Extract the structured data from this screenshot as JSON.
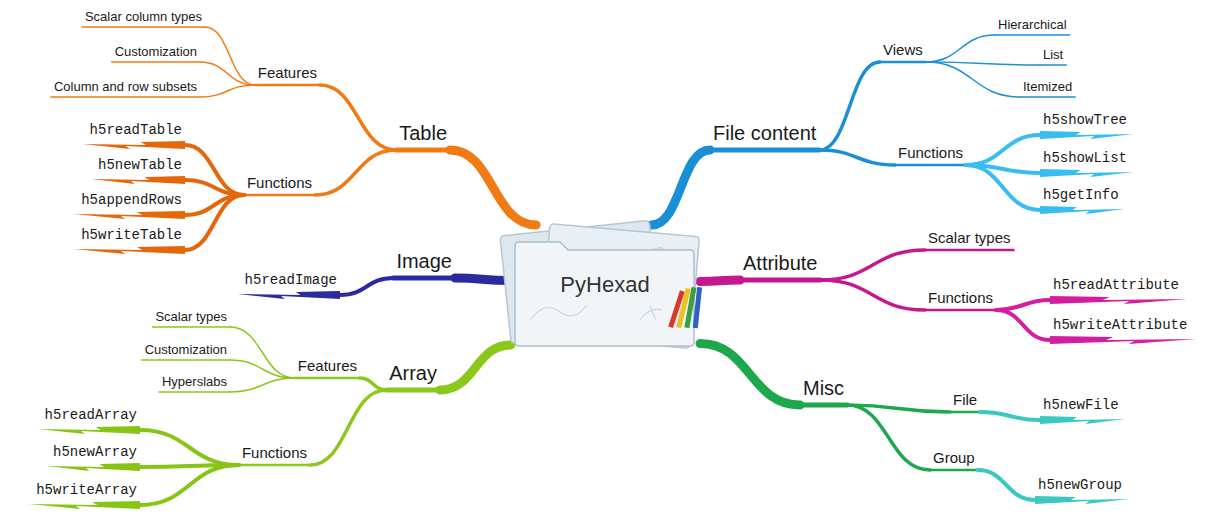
{
  "diagram": {
    "nodes": [
      {
        "text": [
          "PyHexad"
        ]
      },
      {
        "text": [
          "Table"
        ]
      },
      {
        "text": [
          "Features"
        ]
      },
      {
        "text": [
          "Scalar column types"
        ]
      },
      {
        "text": [
          "Customization"
        ]
      },
      {
        "text": [
          "Column and row subsets"
        ]
      },
      {
        "text": [
          "Functions"
        ]
      },
      {
        "text": [
          "h5readTable"
        ]
      },
      {
        "text": [
          "h5newTable"
        ]
      },
      {
        "text": [
          "h5appendRows"
        ]
      },
      {
        "text": [
          "h5writeTable"
        ]
      },
      {
        "text": [
          "Image"
        ]
      },
      {
        "text": [
          "h5readImage"
        ]
      },
      {
        "text": [
          "Array"
        ]
      },
      {
        "text": [
          "Features"
        ]
      },
      {
        "text": [
          "Scalar types"
        ]
      },
      {
        "text": [
          "Customization"
        ]
      },
      {
        "text": [
          "Hyperslabs"
        ]
      },
      {
        "text": [
          "Functions"
        ]
      },
      {
        "text": [
          "h5readArray"
        ]
      },
      {
        "text": [
          "h5newArray"
        ]
      },
      {
        "text": [
          "h5writeArray"
        ]
      },
      {
        "text": [
          "File content"
        ]
      },
      {
        "text": [
          "Views"
        ]
      },
      {
        "text": [
          "Hierarchical"
        ]
      },
      {
        "text": [
          "List"
        ]
      },
      {
        "text": [
          "Itemized"
        ]
      },
      {
        "text": [
          "Functions"
        ]
      },
      {
        "text": [
          "h5showTree"
        ]
      },
      {
        "text": [
          "h5showList"
        ]
      },
      {
        "text": [
          "h5getInfo"
        ]
      },
      {
        "text": [
          "Attribute"
        ]
      },
      {
        "text": [
          "Scalar types"
        ]
      },
      {
        "text": [
          "Functions"
        ]
      },
      {
        "text": [
          "h5readAttribute"
        ]
      },
      {
        "text": [
          "h5writeAttribute"
        ]
      },
      {
        "text": [
          "Misc"
        ]
      },
      {
        "text": [
          "File"
        ]
      },
      {
        "text": [
          "h5newFile"
        ]
      },
      {
        "text": [
          "Group"
        ]
      },
      {
        "text": [
          "h5newGroup"
        ]
      }
    ],
    "edges": [
      {
        "from": 0,
        "to": 1,
        "arrow": "none"
      },
      {
        "from": 1,
        "to": 2,
        "arrow": "none"
      },
      {
        "from": 2,
        "to": 3,
        "arrow": "none"
      },
      {
        "from": 2,
        "to": 4,
        "arrow": "none"
      },
      {
        "from": 2,
        "to": 5,
        "arrow": "none"
      },
      {
        "from": 1,
        "to": 6,
        "arrow": "none"
      },
      {
        "from": 6,
        "to": 7,
        "arrow": "none"
      },
      {
        "from": 6,
        "to": 8,
        "arrow": "none"
      },
      {
        "from": 6,
        "to": 9,
        "arrow": "none"
      },
      {
        "from": 6,
        "to": 10,
        "arrow": "none"
      },
      {
        "from": 0,
        "to": 11,
        "arrow": "none"
      },
      {
        "from": 11,
        "to": 12,
        "arrow": "none"
      },
      {
        "from": 0,
        "to": 13,
        "arrow": "none"
      },
      {
        "from": 13,
        "to": 14,
        "arrow": "none"
      },
      {
        "from": 14,
        "to": 15,
        "arrow": "none"
      },
      {
        "from": 14,
        "to": 16,
        "arrow": "none"
      },
      {
        "from": 14,
        "to": 17,
        "arrow": "none"
      },
      {
        "from": 13,
        "to": 18,
        "arrow": "none"
      },
      {
        "from": 18,
        "to": 19,
        "arrow": "none"
      },
      {
        "from": 18,
        "to": 20,
        "arrow": "none"
      },
      {
        "from": 18,
        "to": 21,
        "arrow": "none"
      },
      {
        "from": 0,
        "to": 22,
        "arrow": "none"
      },
      {
        "from": 22,
        "to": 23,
        "arrow": "none"
      },
      {
        "from": 23,
        "to": 24,
        "arrow": "none"
      },
      {
        "from": 23,
        "to": 25,
        "arrow": "none"
      },
      {
        "from": 23,
        "to": 26,
        "arrow": "none"
      },
      {
        "from": 22,
        "to": 27,
        "arrow": "none"
      },
      {
        "from": 27,
        "to": 28,
        "arrow": "none"
      },
      {
        "from": 27,
        "to": 29,
        "arrow": "none"
      },
      {
        "from": 27,
        "to": 30,
        "arrow": "none"
      },
      {
        "from": 0,
        "to": 31,
        "arrow": "none"
      },
      {
        "from": 31,
        "to": 32,
        "arrow": "none"
      },
      {
        "from": 31,
        "to": 33,
        "arrow": "none"
      },
      {
        "from": 33,
        "to": 34,
        "arrow": "none"
      },
      {
        "from": 33,
        "to": 35,
        "arrow": "none"
      },
      {
        "from": 0,
        "to": 36,
        "arrow": "none"
      },
      {
        "from": 36,
        "to": 37,
        "arrow": "none"
      },
      {
        "from": 37,
        "to": 38,
        "arrow": "none"
      },
      {
        "from": 36,
        "to": 39,
        "arrow": "none"
      },
      {
        "from": 39,
        "to": 40,
        "arrow": "none"
      }
    ]
  }
}
